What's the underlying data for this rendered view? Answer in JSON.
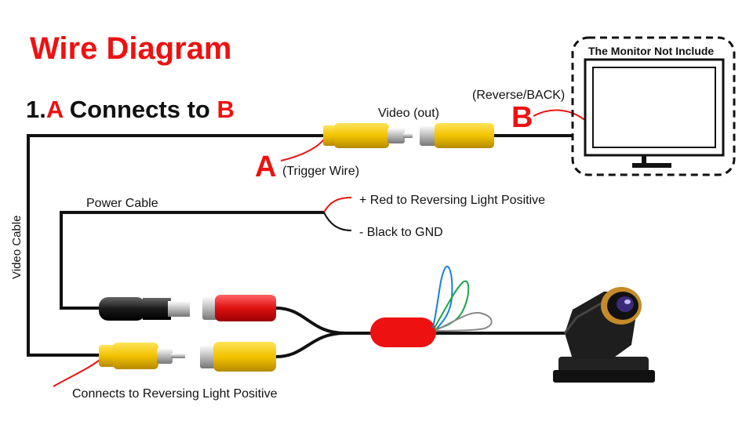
{
  "title": "Wire Diagram",
  "step": {
    "prefix": "1.",
    "a": "A",
    "middle": " Connects to ",
    "b": "B"
  },
  "labels": {
    "video_out": "Video (out)",
    "reverse_back": "(Reverse/BACK)",
    "b_letter": "B",
    "a_letter": "A",
    "trigger_wire": "(Trigger Wire)",
    "monitor_note": "The Monitor Not Include",
    "power_cable": "Power Cable",
    "red_positive": "+ Red to Reversing Light Positive",
    "black_gnd": "- Black to GND",
    "video_cable": "Video Cable",
    "reversing_positive": "Connects to Reversing Light Positive"
  },
  "colors": {
    "red": "#ee1111",
    "yellow": "#f2c200",
    "black": "#111111"
  }
}
